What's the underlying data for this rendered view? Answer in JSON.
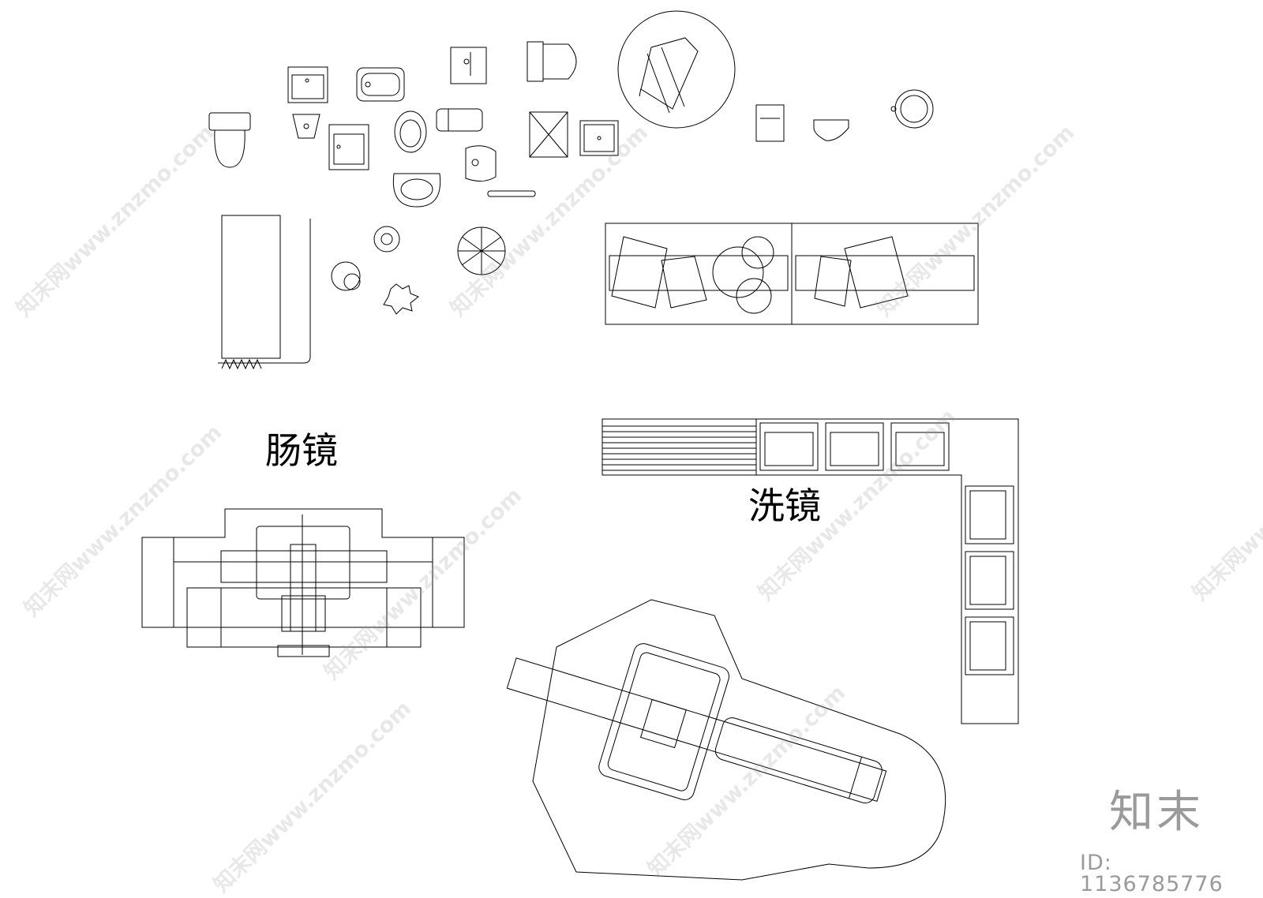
{
  "labels": {
    "colonoscope": "肠镜",
    "washer": "洗镜"
  },
  "brand": {
    "logo_text": "知末",
    "id_text": "ID: 1136785776"
  },
  "watermark": {
    "text": "知末网www.znzmo.com"
  },
  "icons": [
    "toilet-icon",
    "sink-icon",
    "bathtub-icon",
    "wall-hung-toilet-icon",
    "washbasin-icon",
    "urinal-icon",
    "squat-toilet-icon",
    "shower-tray-icon",
    "grab-bar-icon",
    "wheelchair-icon",
    "plant-icon"
  ],
  "colors": {
    "line": "#000000",
    "watermark": "#969696",
    "brand": "#9a9a9a"
  }
}
